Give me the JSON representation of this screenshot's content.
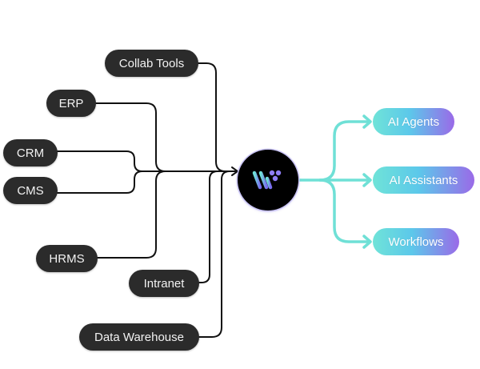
{
  "diagram": {
    "hub": {
      "label": "",
      "icon": "brand-logo-icon"
    },
    "sources": [
      {
        "id": "collab-tools",
        "label": "Collab Tools"
      },
      {
        "id": "erp",
        "label": "ERP"
      },
      {
        "id": "crm",
        "label": "CRM"
      },
      {
        "id": "cms",
        "label": "CMS"
      },
      {
        "id": "hrms",
        "label": "HRMS"
      },
      {
        "id": "intranet",
        "label": "Intranet"
      },
      {
        "id": "data-warehouse",
        "label": "Data Warehouse"
      }
    ],
    "outputs": [
      {
        "id": "ai-agents",
        "label": "AI Agents"
      },
      {
        "id": "ai-assistants",
        "label": "AI Assistants"
      },
      {
        "id": "workflows",
        "label": "Workflows"
      }
    ],
    "colors": {
      "source_pill": "#2b2b2b",
      "source_text": "#f2f2f2",
      "input_wire": "#111111",
      "output_wire": "#6fe0d6",
      "output_gradient_start": "#6fe3d8",
      "output_gradient_end": "#9a6ae8",
      "hub_bg": "#000000",
      "logo_bar_start": "#6fe3d8",
      "logo_bar_end": "#7a6cf0",
      "logo_dots": "#8f7df5"
    }
  }
}
